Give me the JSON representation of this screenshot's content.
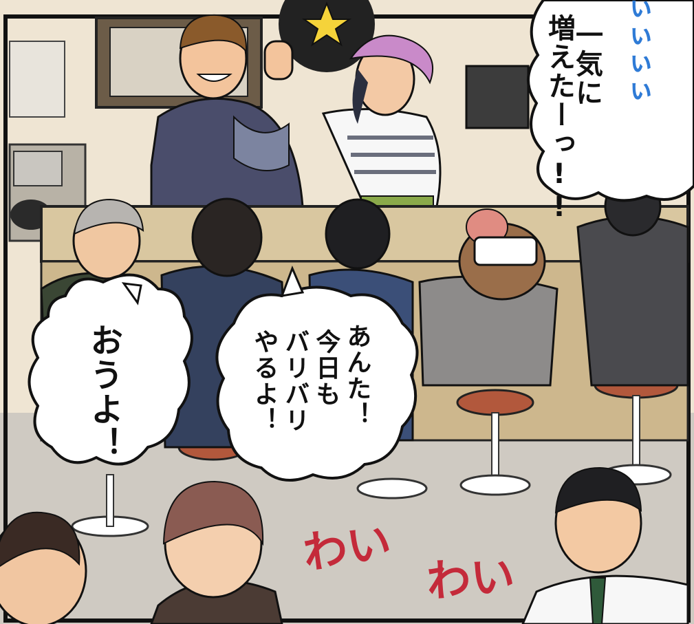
{
  "speech": {
    "top_right_col1": "一気に",
    "top_right_col2": "増えたーっ!!",
    "left_bubble": "おうよ！",
    "center_col1": "あんた！",
    "center_col2": "今日も",
    "center_col3": "バリバリ",
    "center_col4": "やるよ！"
  },
  "sfx": {
    "wai_1": "わい",
    "wai_2": "わい",
    "rising": "ぃぃぃぃ"
  },
  "colors": {
    "sfx_red": "#c42a3a",
    "sfx_blue": "#2f7bd6",
    "counter_wood": "#d9c7a0",
    "wall": "#efe5d3"
  }
}
